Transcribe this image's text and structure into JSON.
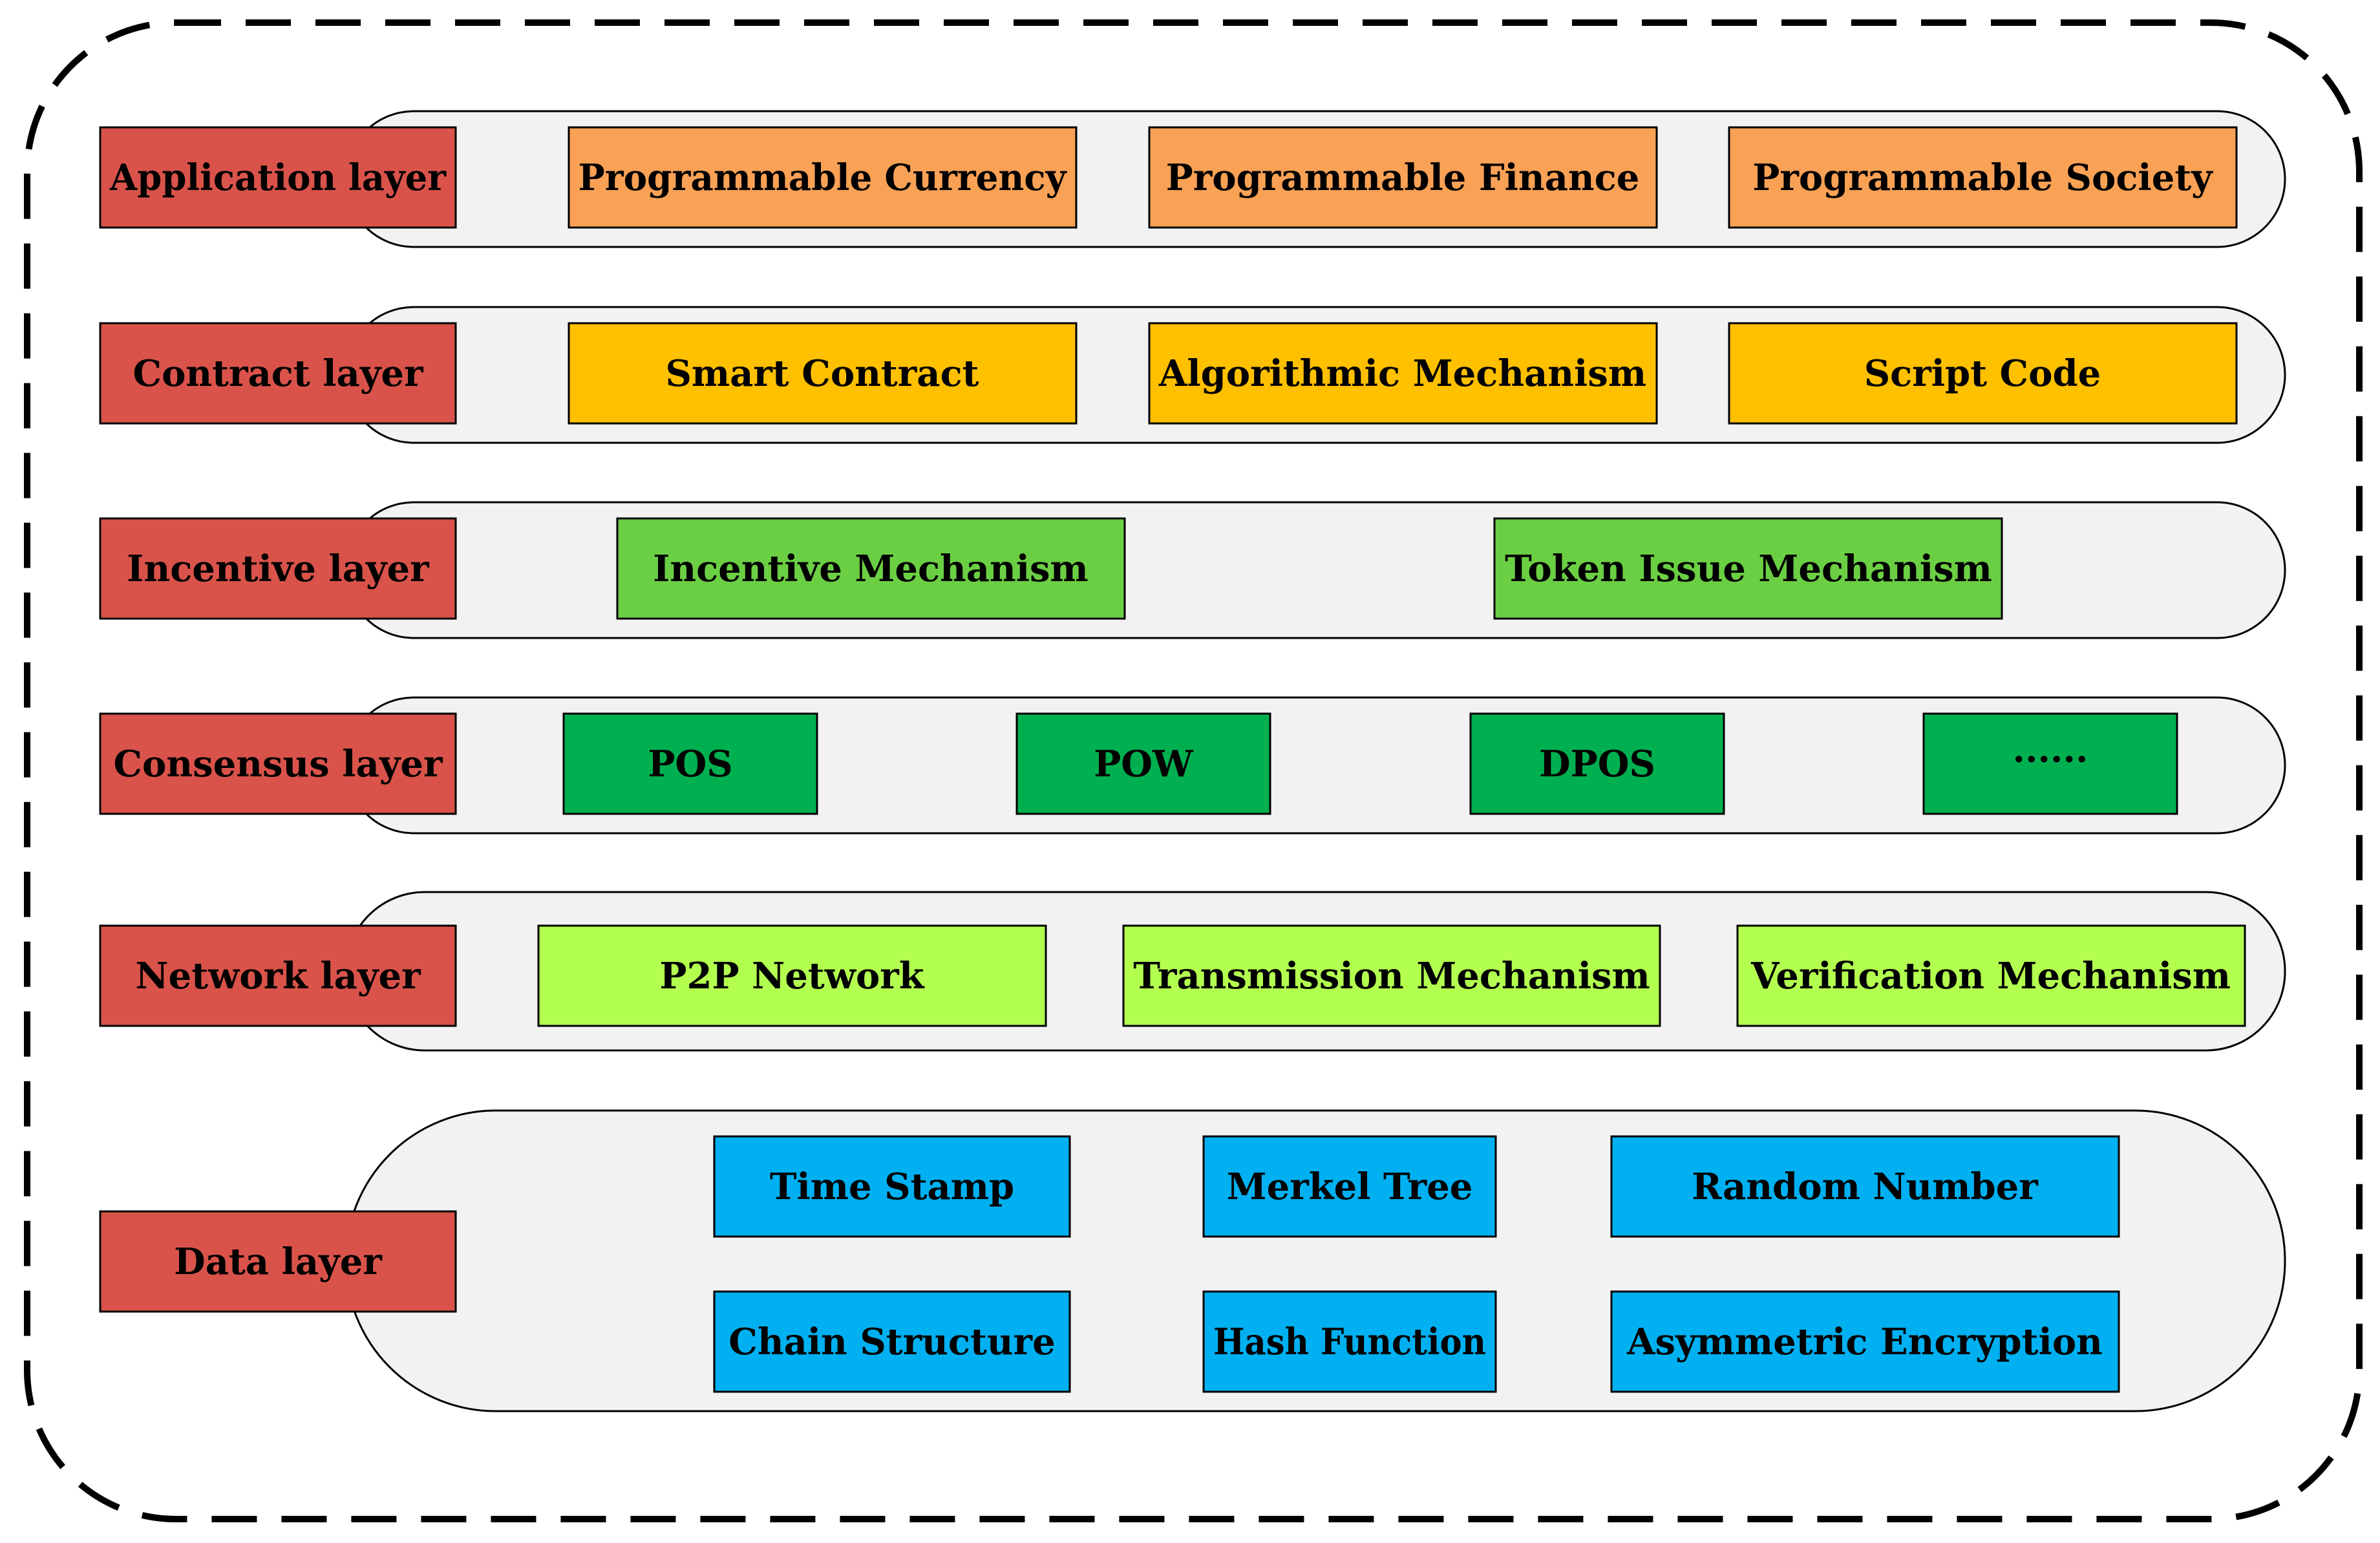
{
  "layers": [
    {
      "label": "Application layer",
      "items": [
        "Programmable Currency",
        "Programmable Finance",
        "Programmable Society"
      ]
    },
    {
      "label": "Contract layer",
      "items": [
        "Smart Contract",
        "Algorithmic Mechanism",
        "Script Code"
      ]
    },
    {
      "label": "Incentive layer",
      "items": [
        "Incentive Mechanism",
        "Token Issue Mechanism"
      ]
    },
    {
      "label": "Consensus layer",
      "items": [
        "POS",
        "POW",
        "DPOS",
        "······"
      ]
    },
    {
      "label": "Network layer",
      "items": [
        "P2P Network",
        "Transmission Mechanism",
        "Verification Mechanism"
      ]
    },
    {
      "label": "Data layer",
      "items": [
        "Time Stamp",
        "Merkel Tree",
        "Random Number",
        "Chain Structure",
        "Hash Function",
        "Asymmetric Encryption"
      ]
    }
  ],
  "colors": {
    "label_fill": "#d9534a",
    "application": "#f9a155",
    "contract": "#ffc000",
    "incentive": "#6bcf44",
    "consensus": "#00b050",
    "network": "#b3ff4f",
    "data": "#00b0f0",
    "band_fill": "#f2f2f2",
    "outline": "#000000"
  }
}
